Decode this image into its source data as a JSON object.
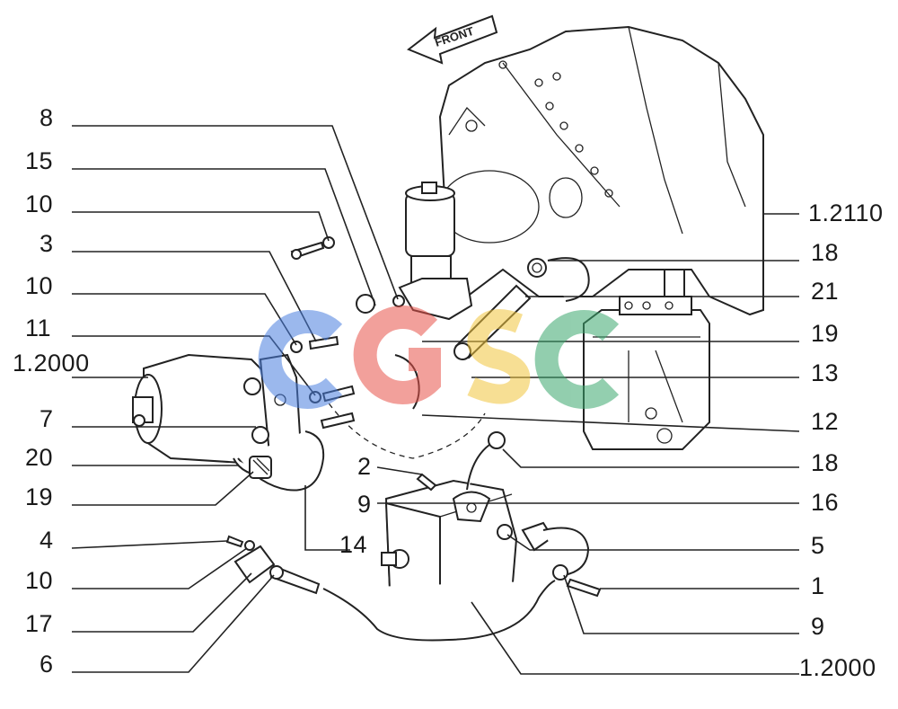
{
  "front_label": "FRONT",
  "labels": {
    "l8": "8",
    "l15": "15",
    "l10a": "10",
    "l3": "3",
    "l10b": "10",
    "l11": "11",
    "l12000a": "1.2000",
    "l7": "7",
    "l20": "20",
    "l19a": "19",
    "l4": "4",
    "l10c": "10",
    "l17": "17",
    "l6": "6",
    "r12110": "1.2110",
    "r18a": "18",
    "r21": "21",
    "r19": "19",
    "r13": "13",
    "r12": "12",
    "r18b": "18",
    "r16": "16",
    "r5": "5",
    "r1": "1",
    "r9": "9",
    "r12000": "1.2000",
    "c2": "2",
    "c9": "9",
    "c14": "14"
  },
  "watermark": {
    "letters": [
      "C",
      "G",
      "S",
      "C"
    ],
    "colors": [
      "#4a7fe0",
      "#e8534a",
      "#f2c53d",
      "#3aa76d"
    ]
  }
}
